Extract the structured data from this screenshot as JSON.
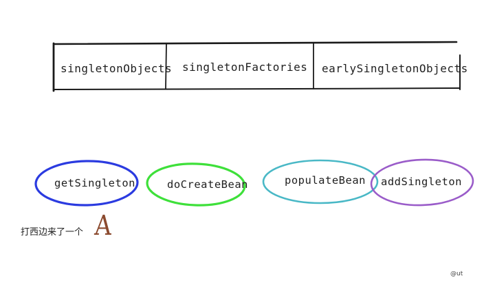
{
  "table": {
    "cells": [
      "singletonObjects",
      "singletonFactories",
      "earlySingletonObjects"
    ]
  },
  "flow": {
    "steps": [
      {
        "label": "getSingleton",
        "color": "#2b3be0"
      },
      {
        "label": "doCreateBean",
        "color": "#3ee03a"
      },
      {
        "label": "populateBean",
        "color": "#49b8c6"
      },
      {
        "label": "addSingleton",
        "color": "#9a5cc9"
      }
    ]
  },
  "annotation": {
    "text": "打西边来了一个",
    "highlight": "A",
    "highlight_color": "#8b4a2e"
  },
  "watermark": "@ut"
}
